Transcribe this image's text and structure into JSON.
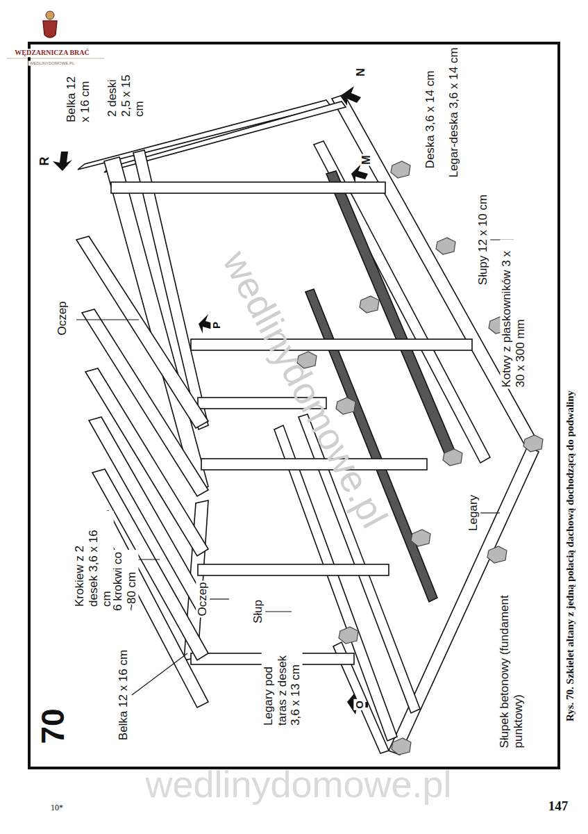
{
  "diagram": {
    "caption": "Rys. 70. Szkielet altany z jedną połacią dachową dochodzącą do podwaliny",
    "labels": [
      "WĘDZARNICZA BRAĆ",
      "WEDLINYDOMOWE.PL",
      "70",
      "Belka 12 x 16 cm",
      "2 deski 2,5 x 15 cm",
      "R",
      "N",
      "M",
      "Deska 3,6 x 14 cm",
      "Legar-deska 3,6 x 14 cm",
      "Słupy 12 x 10 cm",
      "Kotwy z płaskowników 3 x 30 x 300 mm",
      "Oczep",
      "P",
      "Krokiew z 2 desek 3,6 x 16 cm",
      "6 krokwi co ~80 cm",
      "Legary",
      "Oczep",
      "Słup",
      "Belka 12 x 16 cm",
      "Legary pod taras z desek 3,6 x 13 cm",
      "O",
      "Słupek betonowy (fundament punktowy)",
      "wedlinydomowe.pl",
      "wedlinydomowe.pl",
      "10*",
      "147"
    ]
  }
}
